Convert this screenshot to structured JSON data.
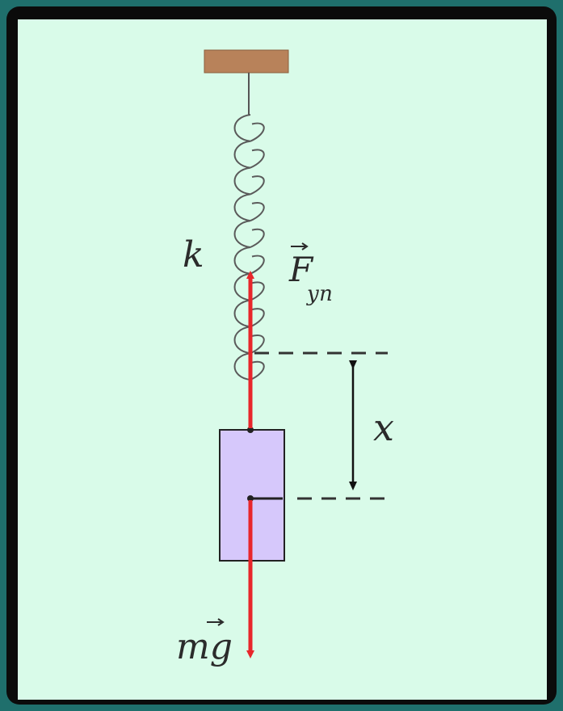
{
  "diagram": {
    "labels": {
      "spring_constant": "k",
      "elastic_force": "F",
      "elastic_force_subscript": "уп",
      "displacement": "x",
      "gravity_force": "mg"
    },
    "colors": {
      "background_outer": "#1f6f6c",
      "frame": "#0b0b0b",
      "panel": "#d9fbe9",
      "ceiling": "#b8825a",
      "spring": "#555555",
      "block_fill": "#d6c8fb",
      "force_arrow": "#e8262b",
      "dashed_line": "#333333"
    }
  }
}
